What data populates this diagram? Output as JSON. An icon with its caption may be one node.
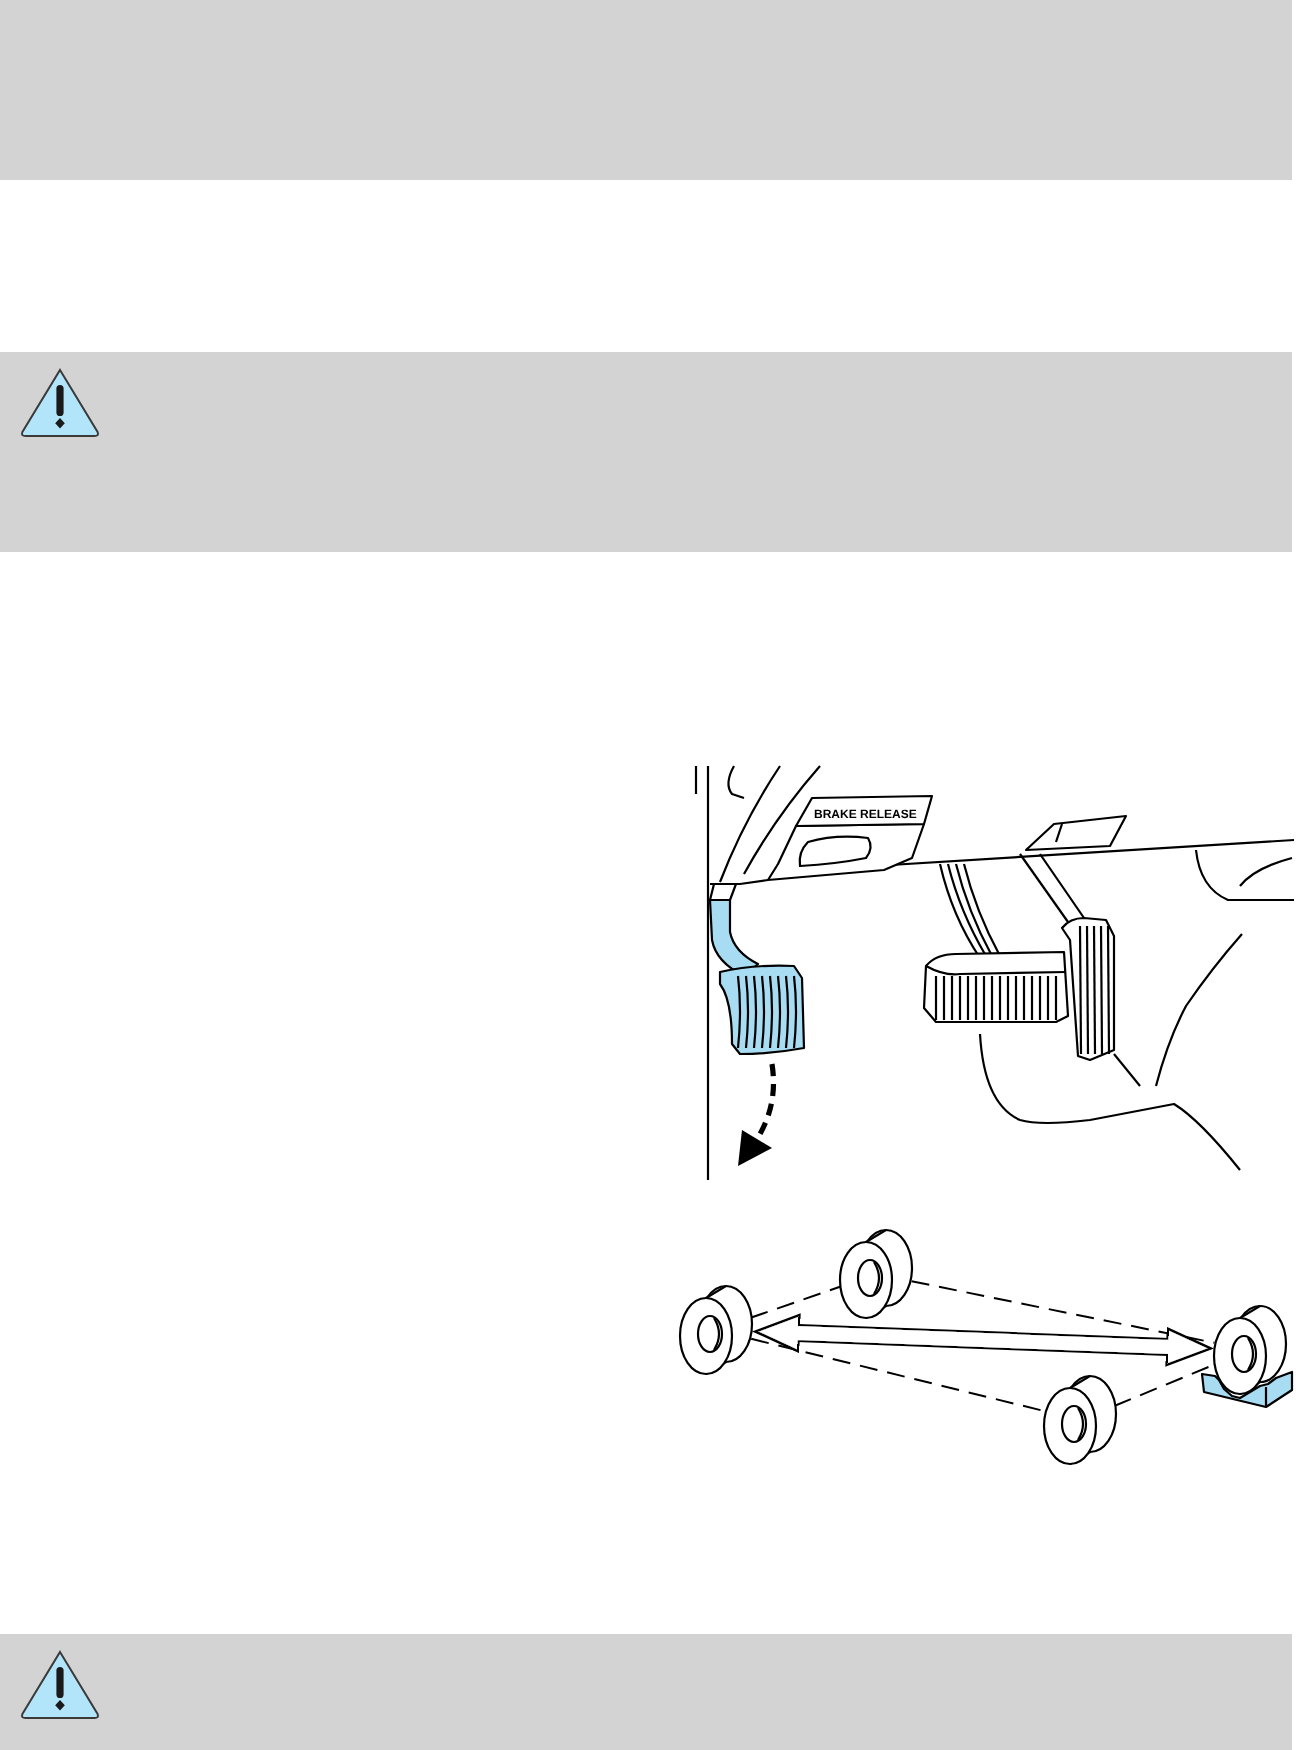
{
  "diagram": {
    "nodes": [
      {
        "text": [],
        "shape": "wheel"
      },
      {
        "text": [],
        "shape": "wheel"
      },
      {
        "text": [],
        "shape": "wheel"
      },
      {
        "text": [],
        "shape": "wheel"
      }
    ],
    "edges": [
      {
        "from": 0,
        "to": 1,
        "arrow": "none",
        "style": "dashed"
      },
      {
        "from": 0,
        "to": 2,
        "arrow": "none",
        "style": "dashed"
      },
      {
        "from": 1,
        "to": 3,
        "arrow": "none",
        "style": "dashed"
      },
      {
        "from": 2,
        "to": 3,
        "arrow": "none",
        "style": "dashed"
      },
      {
        "from": 0,
        "to": 3,
        "arrow": "both"
      }
    ],
    "labels": [
      "BRAKE RELEASE"
    ]
  }
}
